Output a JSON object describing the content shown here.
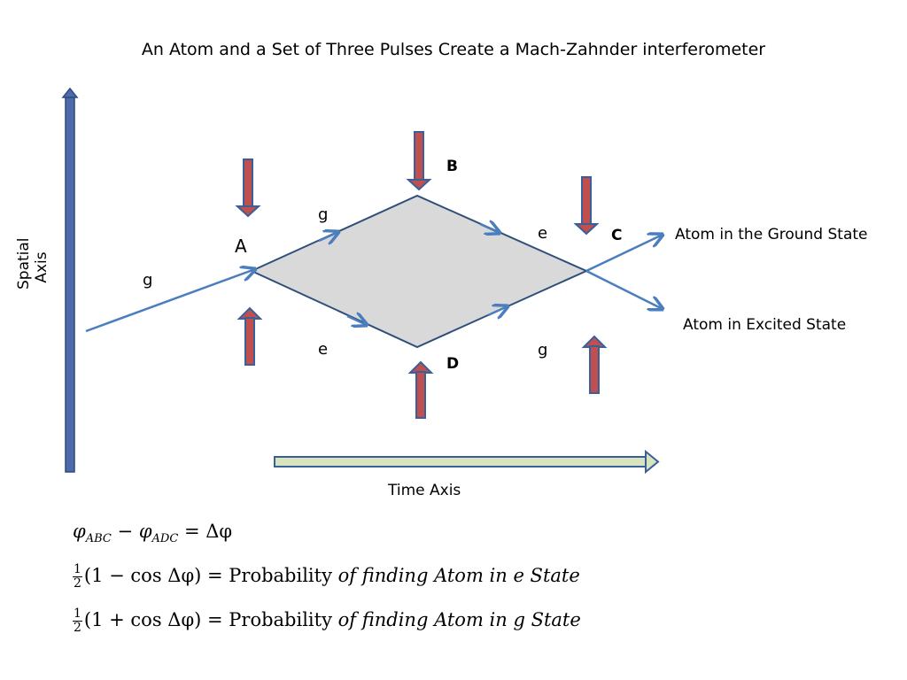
{
  "title": "An Atom and a Set of Three Pulses Create a Mach-Zahnder interferometer",
  "axes": {
    "spatial": [
      "Spatial",
      "Axis"
    ],
    "time": "Time Axis"
  },
  "points": {
    "A": "A",
    "B": "B",
    "C": "C",
    "D": "D"
  },
  "state_labels": {
    "incoming_g": "g",
    "upper_left_g": "g",
    "upper_right_e": "e",
    "lower_left_e": "e",
    "lower_right_g": "g"
  },
  "outputs": {
    "ground": "Atom in the Ground State",
    "excited": "Atom in Excited State"
  },
  "equations": {
    "eq1": {
      "lhs_a": "φ",
      "sub_a": "ABC",
      "minus": " − ",
      "lhs_b": "φ",
      "sub_b": "ADC",
      "rhs": " = Δφ"
    },
    "eq2": {
      "num": "1",
      "den": "2",
      "expr": "(1 − cos Δφ) = Probability ",
      "italic": "of finding Atom in e State"
    },
    "eq3": {
      "num": "1",
      "den": "2",
      "expr": "(1 + cos Δφ) = Probability ",
      "italic": "of finding Atom in g State"
    }
  },
  "colors": {
    "path": "#4a7ebf",
    "diamond_fill": "#d9d9d9",
    "diamond_edge": "#2f4f7a",
    "pulse": "#c0504d",
    "pulse_edge": "#3a5f9a",
    "spatial_axis": "#4f6aa8",
    "time_axis": "#d7e4bd"
  }
}
